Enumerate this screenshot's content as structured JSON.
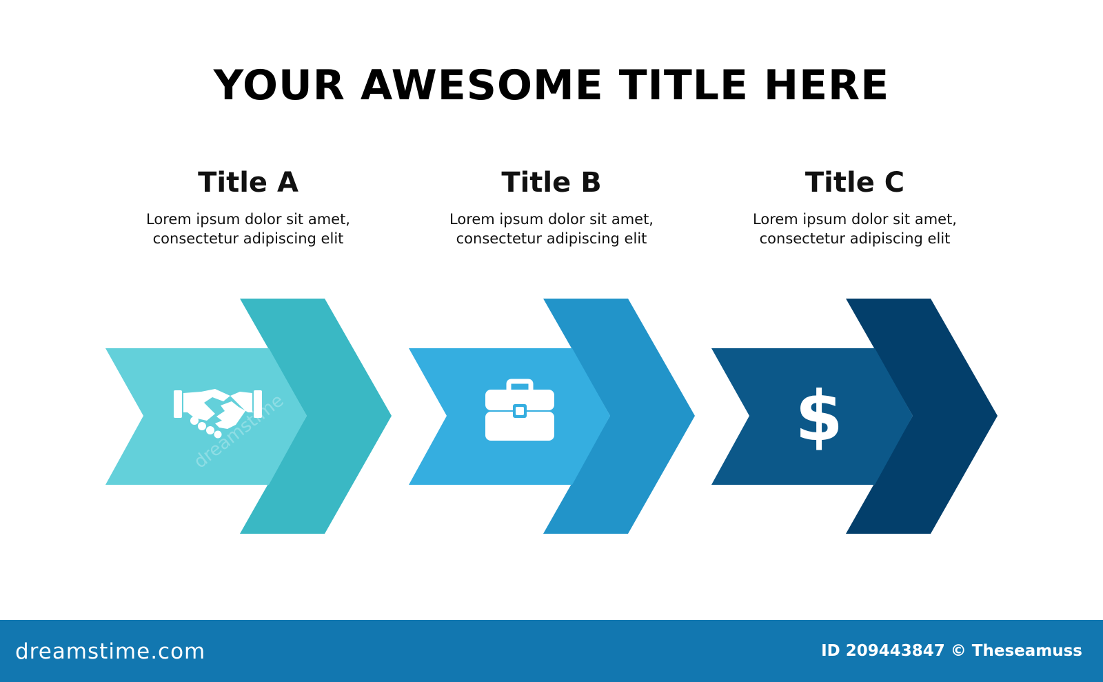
{
  "title": "YOUR AWESOME TITLE HERE",
  "steps": [
    {
      "title": "Title A",
      "desc_line1": "Lorem ipsum dolor sit amet,",
      "desc_line2": "consectetur adipiscing elit",
      "icon": "handshake-icon",
      "front_color": "#63d0da",
      "back_color": "#3ab8c4"
    },
    {
      "title": "Title B",
      "desc_line1": "Lorem ipsum dolor sit amet,",
      "desc_line2": "consectetur adipiscing elit",
      "icon": "briefcase-icon",
      "front_color": "#35aee0",
      "back_color": "#2294c9"
    },
    {
      "title": "Title C",
      "desc_line1": "Lorem ipsum dolor sit amet,",
      "desc_line2": "consectetur adipiscing elit",
      "icon": "dollar-icon",
      "dollar": "$",
      "front_color": "#0c5889",
      "back_color": "#033f6b"
    }
  ],
  "footer": {
    "brand": "dreamstime.com",
    "credit": "ID 209443847 © Theseamuss",
    "bar_color": "#1277b0"
  },
  "watermark": "dreamstime"
}
